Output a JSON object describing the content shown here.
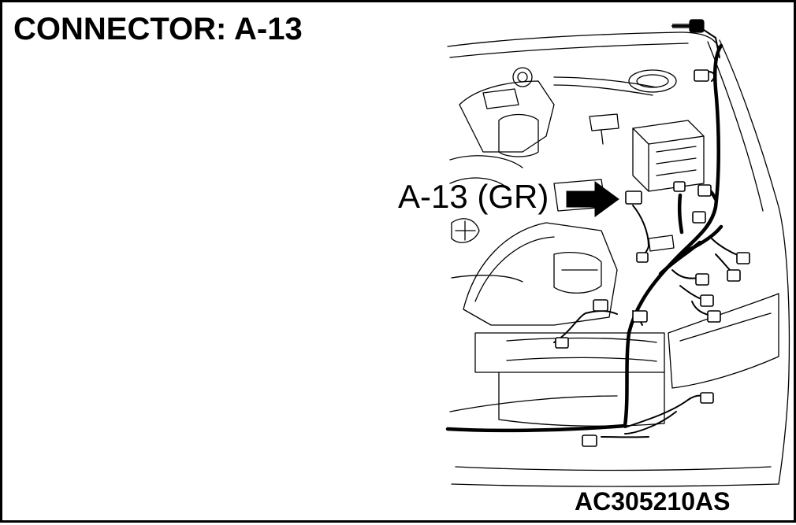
{
  "title": "CONNECTOR: A-13",
  "callout": {
    "label": "A-13 (GR)"
  },
  "figure_code": "AC305210AS",
  "colors": {
    "line": "#000000",
    "background": "#ffffff"
  }
}
